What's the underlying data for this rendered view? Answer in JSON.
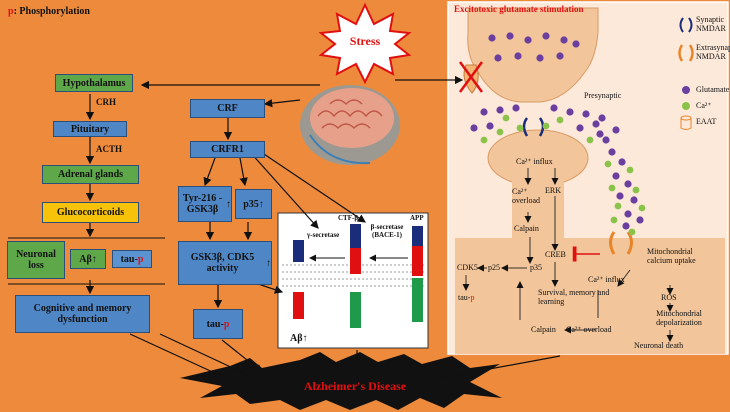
{
  "legend_phospho": {
    "p": "p",
    "text": ": Phosphorylation"
  },
  "stress": "Stress",
  "left": {
    "hypothalamus": "Hypothalamus",
    "crh": "CRH",
    "pituitary": "Pituitary",
    "acth": "ACTH",
    "adrenal": "Adrenal glands",
    "gluco": "Glucocorticoids",
    "neuronal_loss": "Neuronal loss",
    "abeta": "Aβ",
    "tau": "tau-",
    "tau_p": "p",
    "cognitive": "Cognitive and memory dysfunction"
  },
  "middle": {
    "crf": "CRF",
    "crfr1": "CRFR1",
    "tyr": "Tyr-216 -GSK3β",
    "p35": "p35",
    "gsk": "GSK3β, CDK5 activity",
    "tau": "tau-",
    "tau_p": "p"
  },
  "app_panel": {
    "gamma": "γ-secretase",
    "ctf": "CTF-β",
    "beta": "β-secretase (BACE-1)",
    "app": "APP",
    "abeta": "Aβ"
  },
  "right": {
    "title": "Excitotoxic glutamate stimulation",
    "presynaptic": "Presynaptic",
    "legend": {
      "synaptic": "Synaptic NMDAR",
      "extrasynaptic": "Extrasynaptic NMDAR",
      "glutamate": "Glutamate",
      "ca": "Ca²⁺",
      "eaat": "EAAT"
    },
    "ca_influx": "Ca²⁺ influx",
    "ca_overload": "Ca²⁺ overload",
    "erk": "ERK",
    "calpain": "Calpain",
    "creb": "CREB",
    "cdk5": "CDK5",
    "p25": "p25",
    "p35": "p35",
    "tau": "tau-",
    "tau_p": "p",
    "survival": "Survival, memory and learning",
    "ca_influx2": "Ca²⁺ influx",
    "mito_uptake": "Mitochondrial calcium uptake",
    "ros": "ROS",
    "mito_depol": "Mitochondrial depolarization",
    "neuronal_death": "Neuronal death",
    "calpain2": "Calpain",
    "ca_overload2": "Ca²⁺ overload"
  },
  "alzheimers": "Alzheimer's Disease",
  "colors": {
    "background": "#ee8a3c",
    "box_blue": "#4f87c6",
    "box_green": "#5fa84a",
    "box_yellow": "#f7c20a",
    "phospho_red": "#e01010",
    "ad_burst": "#111111",
    "ad_text": "#e01010"
  }
}
